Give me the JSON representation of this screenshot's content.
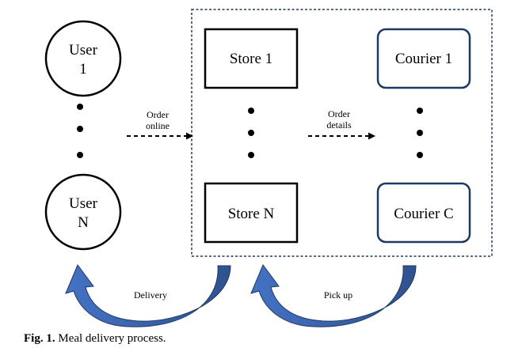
{
  "users": {
    "top_line1": "User",
    "top_line2": "1",
    "bottom_line1": "User",
    "bottom_line2": "N"
  },
  "stores": {
    "top": "Store 1",
    "bottom": "Store N"
  },
  "couriers": {
    "top": "Courier 1",
    "bottom": "Courier C"
  },
  "arrows": {
    "order_online_line1": "Order",
    "order_online_line2": "online",
    "order_details_line1": "Order",
    "order_details_line2": "details",
    "delivery": "Delivery",
    "pick_up": "Pick up"
  },
  "caption": {
    "label": "Fig. 1.",
    "text": " Meal delivery process."
  },
  "colors": {
    "courier_border": "#1f3864",
    "curved_arrow": "#4472c4",
    "curved_arrow_dark": "#1f3864"
  }
}
